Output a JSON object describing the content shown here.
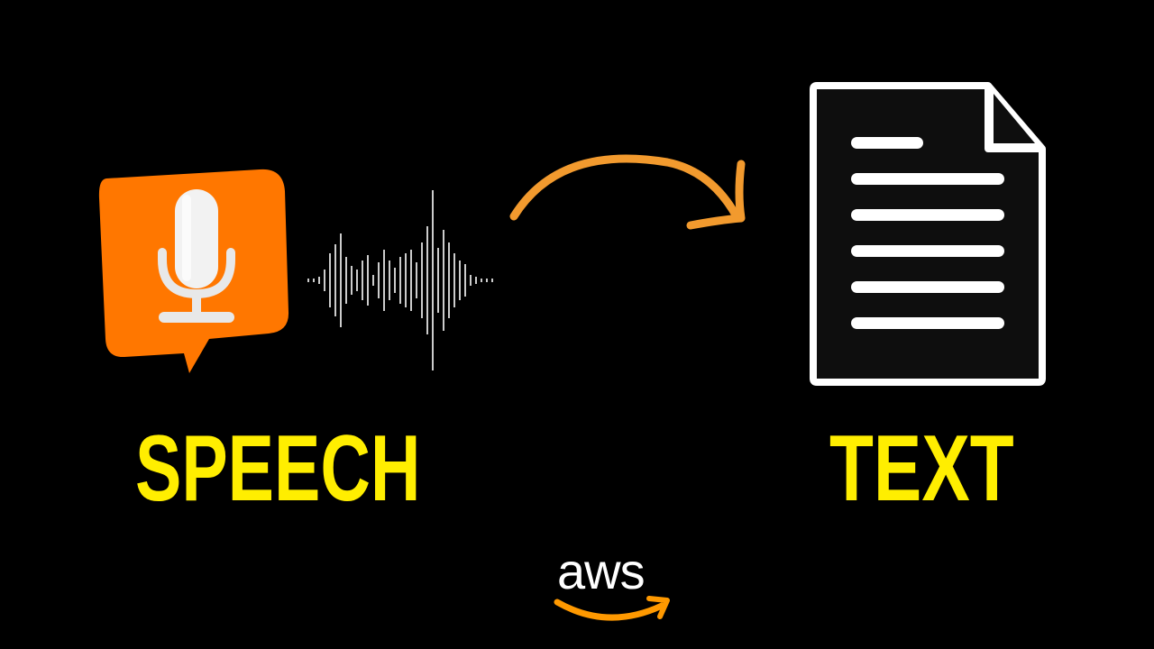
{
  "labels": {
    "left": "SPEECH",
    "right": "TEXT"
  },
  "logo": {
    "text": "aws"
  },
  "colors": {
    "background": "#000000",
    "label_yellow": "#FFEE00",
    "mic_bubble_orange": "#FF7700",
    "arrow_orange": "#F29A2E",
    "aws_smile_orange": "#FF9900",
    "white": "#FFFFFF"
  },
  "icons": {
    "left": "microphone-speech-bubble-icon",
    "middle": "sound-waveform-icon",
    "arrow": "curved-arrow-icon",
    "right": "text-document-icon",
    "logo": "aws-smile-icon"
  }
}
